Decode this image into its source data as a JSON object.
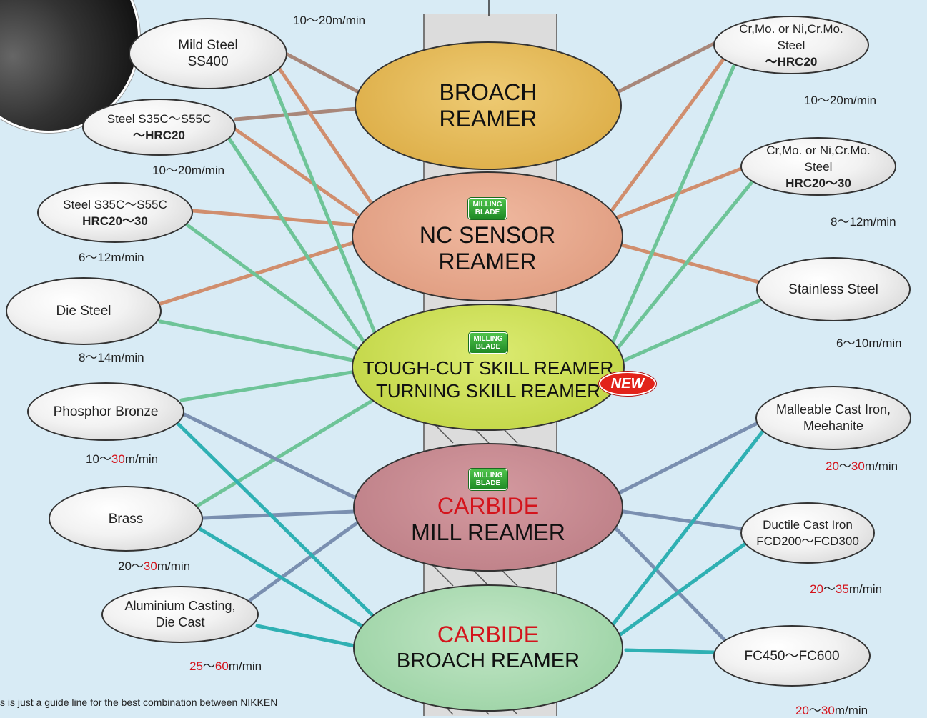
{
  "materials": {
    "mild_steel": {
      "l1": "Mild Steel",
      "l2": "SS400"
    },
    "steel_s35c_a": {
      "l1": "Steel S35C〜S55C",
      "l2": "〜HRC20"
    },
    "steel_s35c_b": {
      "l1": "Steel S35C〜S55C",
      "l2": "HRC20〜30"
    },
    "die_steel": {
      "l1": "Die Steel"
    },
    "phosphor_bronze": {
      "l1": "Phosphor Bronze"
    },
    "brass": {
      "l1": "Brass"
    },
    "aluminium": {
      "l1": "Aluminium Casting,",
      "l2": "Die Cast"
    },
    "crmo_a": {
      "l1": "Cr,Mo. or Ni,Cr.Mo.",
      "l2a": "Steel ",
      "l2b": "〜HRC20"
    },
    "crmo_b": {
      "l1": "Cr,Mo. or Ni,Cr.Mo.",
      "l2a": "Steel ",
      "l2b": "HRC20〜30"
    },
    "stainless": {
      "l1": "Stainless Steel"
    },
    "malleable": {
      "l1": "Malleable Cast Iron,",
      "l2": "Meehanite"
    },
    "ductile": {
      "l1": "Ductile Cast Iron",
      "l2": "FCD200〜FCD300"
    },
    "fc450": {
      "l1": "FC450〜FC600"
    }
  },
  "speeds": {
    "mild_steel": "10〜20m/min",
    "steel_s35c_a": "10〜20m/min",
    "steel_s35c_b": "6〜12m/min",
    "die_steel": "8〜14m/min",
    "phosphor_bronze": {
      "a": "10〜",
      "b": "30",
      "c": "m/min"
    },
    "brass": {
      "a": "20〜",
      "b": "30",
      "c": "m/min"
    },
    "aluminium": {
      "a": "25",
      "b": "〜",
      "c": "60",
      "d": "m/min"
    },
    "crmo_a": "10〜20m/min",
    "crmo_b": "8〜12m/min",
    "stainless": "6〜10m/min",
    "malleable": {
      "a": "20",
      "b": "〜",
      "c": "30",
      "d": "m/min"
    },
    "ductile": {
      "a": "20",
      "b": "〜",
      "c": "35",
      "d": "m/min"
    },
    "fc450": {
      "a": "20",
      "b": "〜",
      "c": "30",
      "d": "m/min"
    }
  },
  "tools": {
    "broach": {
      "l1": "BROACH",
      "l2": "REAMER"
    },
    "nc_sensor": {
      "badge1": "MILLING",
      "badge2": "BLADE",
      "l1": "NC SENSOR",
      "l2": "REAMER"
    },
    "tough_cut": {
      "badge1": "MILLING",
      "badge2": "BLADE",
      "l1": "TOUGH-CUT SKILL REAMER",
      "l2": "TURNING SKILL REAMER",
      "new": "NEW"
    },
    "carbide_mill": {
      "badge1": "MILLING",
      "badge2": "BLADE",
      "l1": "CARBIDE",
      "l2": "MILL REAMER"
    },
    "carbide_broach": {
      "l1": "CARBIDE",
      "l2": "BROACH REAMER"
    }
  },
  "footnote": "s is just a guide line for the best combination between NIKKEN",
  "colors": {
    "background": "#d8ebf5",
    "broach": "#e1b550",
    "nc_sensor": "#e4a58a",
    "tough_cut": "#c9dc52",
    "carbide_mill": "#c58990",
    "carbide_broach": "#a8d8b0",
    "line_broach": "#a8877a",
    "line_nc": "#d08e6e",
    "line_tough": "#6ec498",
    "line_mill": "#7a8fb0",
    "line_carbide_broach": "#2fb0b3",
    "accent_red": "#d4141c"
  }
}
